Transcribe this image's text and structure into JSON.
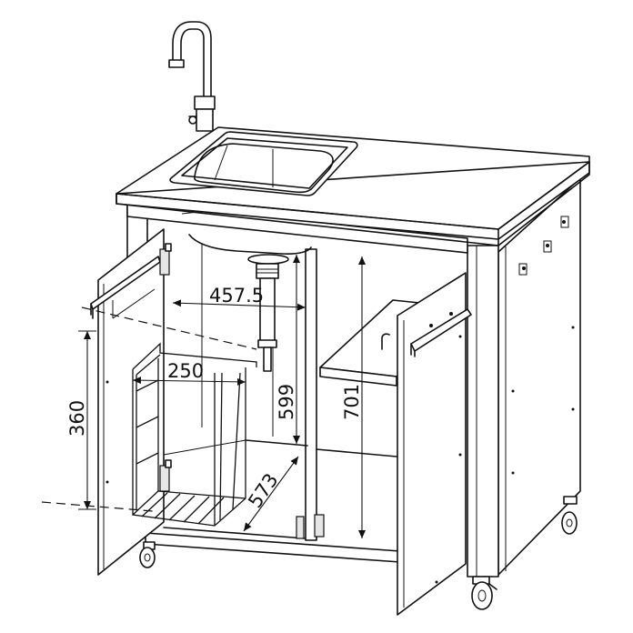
{
  "dimensions": {
    "width_457": "457.5",
    "width_250": "250",
    "height_360": "360",
    "height_599": "599",
    "height_701": "701",
    "depth_573": "573"
  }
}
